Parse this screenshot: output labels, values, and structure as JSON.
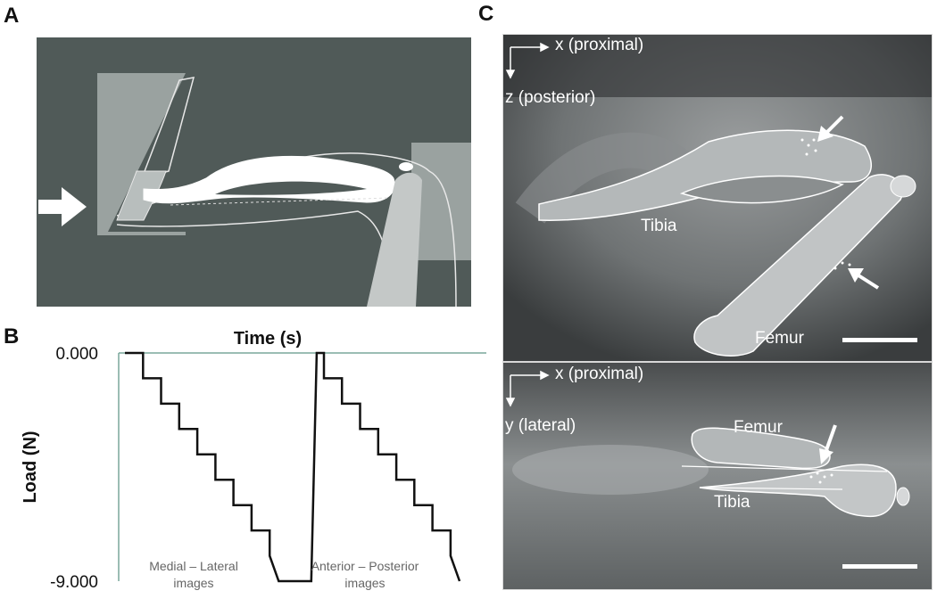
{
  "panel_labels": {
    "a": "A",
    "b": "B",
    "c": "C"
  },
  "chart_data": {
    "type": "line",
    "title": "Time (s)",
    "ylabel": "Load (N)",
    "ylim": [
      -9.0,
      0.0
    ],
    "yticks": [
      0.0,
      -9.0
    ],
    "ytick_labels": [
      "0.000",
      "-9.000"
    ],
    "grid": false,
    "series": [
      {
        "x": [
          0,
          0.25,
          1,
          1,
          2,
          2,
          3,
          3,
          4,
          4,
          5,
          5,
          6,
          6,
          7,
          7,
          8,
          8,
          8.5,
          10.3,
          10.6,
          11,
          11,
          12,
          12,
          13,
          13,
          14,
          14,
          15,
          15,
          16,
          16,
          17,
          17,
          18,
          18,
          18.5
        ],
        "y": [
          0,
          0,
          0,
          -1,
          -1,
          -2,
          -2,
          -3,
          -3,
          -4,
          -4,
          -5,
          -5,
          -6,
          -6,
          -7,
          -7,
          -8,
          -9,
          -9,
          0,
          0,
          -1,
          -1,
          -2,
          -2,
          -3,
          -3,
          -4,
          -4,
          -5,
          -5,
          -6,
          -6,
          -7,
          -7,
          -8,
          -9
        ]
      }
    ],
    "annotations": [
      {
        "line1": "Medial – Lateral",
        "line2": "images"
      },
      {
        "line1": "Anterior – Posterior",
        "line2": "images"
      }
    ]
  },
  "xray_top": {
    "axis_x": "x (proximal)",
    "axis_z": "z (posterior)",
    "tibia": "Tibia",
    "femur": "Femur"
  },
  "xray_bottom": {
    "axis_x": "x (proximal)",
    "axis_y": "y (lateral)",
    "femur": "Femur",
    "tibia": "Tibia"
  }
}
